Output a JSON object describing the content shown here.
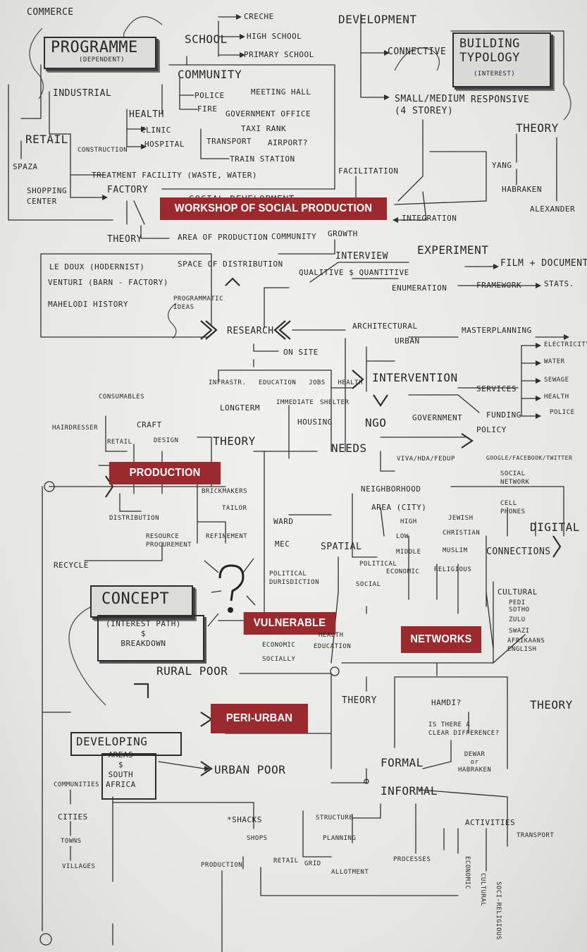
{
  "banners": {
    "workshop": "WORKSHOP OF SOCIAL PRODUCTION",
    "production": "PRODUCTION",
    "vulnerable": "VULNERABLE",
    "networks": "NETWORKS",
    "peri_urban": "PERI-URBAN"
  },
  "sketch": {
    "commerce": "COMMERCE",
    "programme": "PROGRAMME",
    "dependent": "(DEPENDENT)",
    "industrial": "INDUSTRIAL",
    "retail": "RETAIL",
    "spaza": "SPAZA",
    "shopping_center": "SHOPPING\nCENTER",
    "construction": "CONSTRUCTION",
    "health": "HEALTH",
    "clinic": "CLINIC",
    "hospital": "HOSPITAL",
    "treatment": "TREATMENT FACILITY (WASTE, WATER)",
    "factory": "FACTORY",
    "school": "SCHOOL",
    "creche": "CRECHE",
    "highschool": "HIGH SCHOOL",
    "primary": "PRIMARY SCHOOL",
    "community": "COMMUNITY",
    "police": "POLICE",
    "fire": "FIRE",
    "meeting_hall": "MEETING HALL",
    "gov_office": "GOVERNMENT OFFICE",
    "taxi_rank": "TAXI RANK",
    "transport": "TRANSPORT",
    "airport": "AIRPORT?",
    "train_station": "TRAIN STATION",
    "development_top": "DEVELOPMENT",
    "connective": "CONNECTIVE",
    "building_typology": "BUILDING\nTYPOLOGY",
    "interest": "(INTEREST)",
    "small_medium": "SMALL/MEDIUM\n(4 STOREY)",
    "responsive": "RESPONSIVE",
    "theory_top": "THEORY",
    "yang": "YANG",
    "habraken": "HABRAKEN",
    "alexander": "ALEXANDER",
    "facilitation": "FACILITATION",
    "integration": "INTEGRATION",
    "social_development": "SOCIAL DEVELOPMENT",
    "theory_left": "THEORY",
    "area_of_production": "AREA OF PRODUCTION",
    "community2": "COMMUNITY",
    "growth": "GROWTH",
    "le_doux": "LE DOUX (HODERNIST)",
    "venturi": "VENTURI (BARN - FACTORY)",
    "mahelodi": "MAHELODI HISTORY",
    "space_distribution": "SPACE OF DISTRIBUTION",
    "programmatic": "PROGRAMMATIC\nIDEAS",
    "interview": "INTERVIEW",
    "experiment": "EXPERIMENT",
    "film": "FILM + DOCUMENT",
    "qualitive": "QUALITIVE $ QUANTITIVE",
    "enumeration": "ENUMERATION",
    "framework": "FRAMEWORK",
    "stats": "STATS.",
    "research": "RESEARCH",
    "on_site": "ON SITE",
    "architectural": "ARCHITECTURAL",
    "urban": "URBAN",
    "masterplanning": "MASTERPLANNING",
    "electricity": "ELECTRICITY",
    "water": "WATER",
    "sewage": "SEWAGE",
    "health2": "HEALTH",
    "police2": "POLICE",
    "services": "SERVICES",
    "funding": "FUNDING",
    "policy": "POLICY",
    "intervention": "INTERVENTION",
    "ngo": "NGO",
    "government": "GOVERNMENT",
    "viva": "VIVA/HDA/FEDUP",
    "infrastructure_row": "INFRASTR.   EDUCATION   JOBS   HEALTH",
    "longterm": "LONGTERM",
    "immediate": "IMMEDIATE",
    "shelter": "SHELTER",
    "housing": "HOUSING",
    "needs": "NEEDS",
    "theory_mid": "THEORY",
    "consumables": "CONSUMABLES",
    "craft": "CRAFT",
    "hairdresser": "HAIRDRESSER",
    "retail2": "RETAIL",
    "design": "DESIGN",
    "distribution": "DISTRIBUTION",
    "resource": "RESOURCE\nPROCUREMENT",
    "brickmakers": "BRICKMAKERS",
    "tailor": "TAILOR",
    "refinement": "REFINEMENT",
    "recycle": "RECYCLE",
    "ward": "WARD",
    "mec": "MEC",
    "political": "POLITICAL\nDURISDICTION",
    "google": "GOOGLE/FACEBOOK/TWITTER",
    "social_network": "SOCIAL\nNETWORK",
    "cell_phones": "CELL\nPHONES",
    "digital": "DIGITAL",
    "neighborhood": "NEIGHBORHOOD",
    "area_city": "AREA (CITY)",
    "high": "HIGH",
    "low": "LOW",
    "middle": "MIDDLE",
    "jewish": "JEWISH",
    "christian": "CHRISTIAN",
    "muslim": "MUSLIM",
    "spatial": "SPATIAL",
    "political2": "POLITICAL",
    "social": "SOCIAL",
    "economic": "ECONOMIC",
    "religious": "RELIGIOUS",
    "connections": "CONNECTIONS",
    "cultural": "CULTURAL",
    "pedi": "PEDI\nSOTHO",
    "zulu": "ZULU",
    "swazi": "SWAZI",
    "afrikaans": "AFRIKAANS",
    "english": "ENGLISH",
    "concept": "CONCEPT",
    "interest_path": "(INTEREST PATH)\n$\nBREAKDOWN",
    "vulnerable_sub": "HEALTH",
    "economic2": "ECONOMIC",
    "education": "EDUCATION",
    "socially": "SOCIALLY",
    "rural_poor": "RURAL POOR",
    "theory_low": "THEORY",
    "hamdi": "HAMDI?",
    "theory_right": "THEORY",
    "is_there": "IS THERE A\nCLEAR DIFFERENCE?",
    "dewar": "DEWAR\nor\nHABRAKEN",
    "developing": "DEVELOPING",
    "areas": "AREAS\n$\nSOUTH\nAFRICA",
    "urban_poor": "URBAN POOR",
    "formal": "FORMAL",
    "informal": "INFORMAL",
    "communities": "COMMUNITIES",
    "cities": "CITIES",
    "towns": "TOWNS",
    "villages": "VILLAGES",
    "shacks": "*SHACKS",
    "structure": "STRUCTURE",
    "shops": "SHOPS",
    "planning": "PLANNING",
    "activities": "ACTIVITIES",
    "transport2": "TRANSPORT",
    "retail3": "RETAIL",
    "grid": "GRID",
    "allotment": "ALLOTMENT",
    "processes": "PROCESSES",
    "production_low": "PRODUCTION",
    "economic3": "ECONOMIC",
    "cultural2": "CULTURAL",
    "socio_religious": "SOCI-RELIGIOUS"
  }
}
